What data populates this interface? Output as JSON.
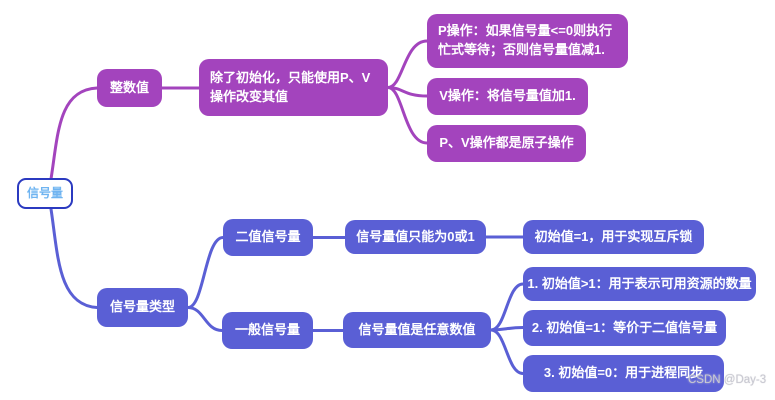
{
  "mindmap": {
    "root": {
      "label": "信号量"
    },
    "branches": [
      {
        "label": "整数值",
        "children": [
          {
            "label": "除了初始化，只能使用P、V操作改变其值",
            "children": [
              {
                "label": "P操作：如果信号量<=0则执行忙式等待；否则信号量值减1."
              },
              {
                "label": "V操作：将信号量值加1."
              },
              {
                "label": "P、V操作都是原子操作"
              }
            ]
          }
        ]
      },
      {
        "label": "信号量类型",
        "children": [
          {
            "label": "二值信号量",
            "children": [
              {
                "label": "信号量值只能为0或1",
                "children": [
                  {
                    "label": "初始值=1，用于实现互斥锁"
                  }
                ]
              }
            ]
          },
          {
            "label": "一般信号量",
            "children": [
              {
                "label": "信号量值是任意数值",
                "children": [
                  {
                    "label": "1. 初始值>1：用于表示可用资源的数量"
                  },
                  {
                    "label": "2. 初始值=1：等价于二值信号量"
                  },
                  {
                    "label": "3. 初始值=0：用于进程同步"
                  }
                ]
              }
            ]
          }
        ]
      }
    ]
  },
  "colors": {
    "branch_purple": "#a344bd",
    "branch_blue": "#5a5fd5",
    "root_border": "#2b3ac0",
    "root_text": "#6fb4f1",
    "node_text": "#ffffff",
    "background": "#ffffff"
  },
  "watermark": "CSDN @Day-3"
}
